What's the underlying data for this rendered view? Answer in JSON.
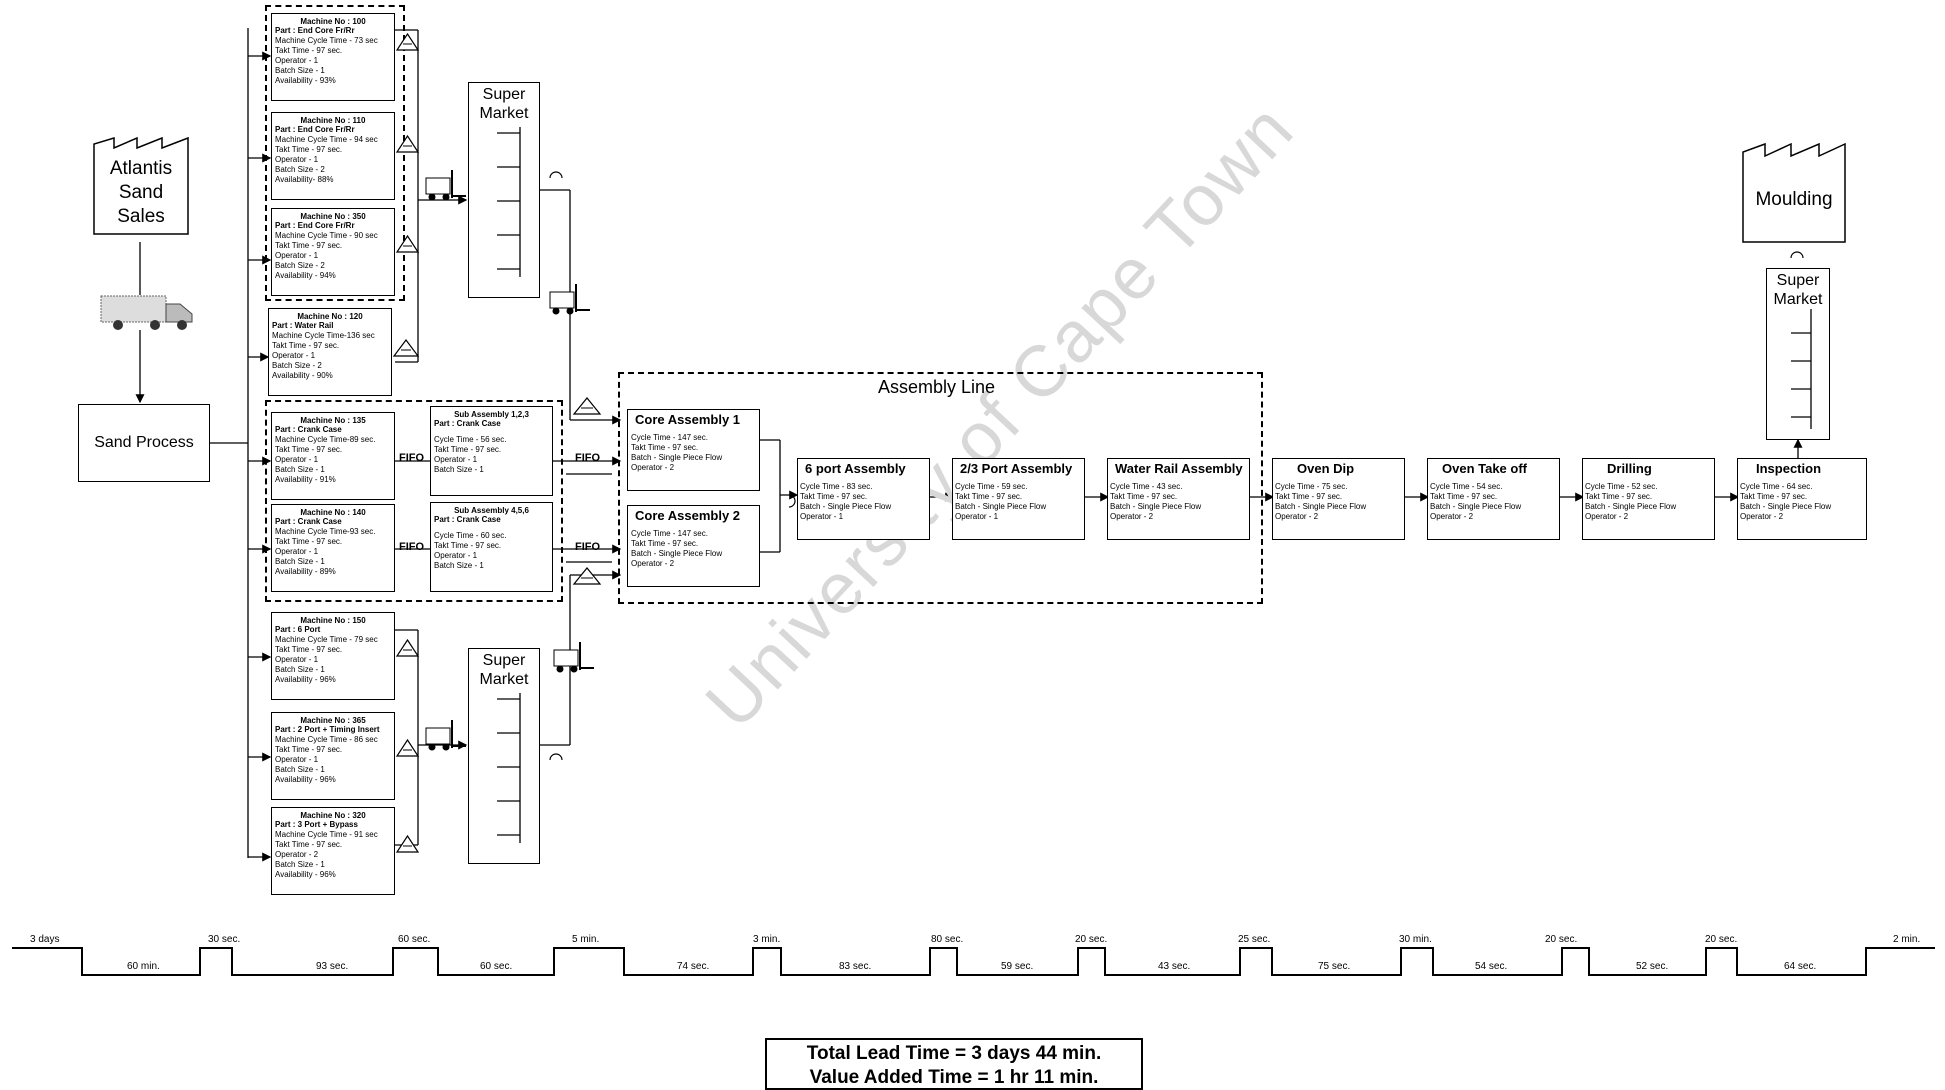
{
  "suppliers": {
    "customer": "Atlantis Sand Sales",
    "sand_process": "Sand Process",
    "moulding": "Moulding"
  },
  "machines": [
    {
      "title": "Machine No : 100",
      "part": "Part : End Core Fr/Rr",
      "lines": [
        "Machine Cycle Time - 73 sec",
        "Takt Time - 97 sec.",
        "Operator - 1",
        "Batch Size - 1",
        "Availability - 93%"
      ]
    },
    {
      "title": "Machine No : 110",
      "part": "Part : End Core Fr/Rr",
      "lines": [
        "Machine Cycle Time - 94 sec",
        "Takt Time - 97 sec.",
        "Operator - 1",
        "Batch Size - 2",
        "Availability- 88%"
      ]
    },
    {
      "title": "Machine No : 350",
      "part": "Part : End Core Fr/Rr",
      "lines": [
        "Machine Cycle Time - 90 sec",
        "Takt Time - 97 sec.",
        "Operator - 1",
        "Batch Size - 2",
        "Availability - 94%"
      ]
    },
    {
      "title": "Machine No : 120",
      "part": "Part : Water Rail",
      "lines": [
        "Machine Cycle Time-136 sec",
        "Takt Time - 97 sec.",
        "Operator - 1",
        "Batch Size - 2",
        "Availability - 90%"
      ]
    },
    {
      "title": "Machine No : 135",
      "part": "Part : Crank Case",
      "lines": [
        "Machine Cycle Time-89 sec.",
        "Takt Time - 97 sec.",
        "Operator - 1",
        "Batch Size - 1",
        "Availability - 91%"
      ]
    },
    {
      "title": "Machine No : 140",
      "part": "Part : Crank Case",
      "lines": [
        "Machine Cycle Time-93 sec.",
        "Takt Time - 97 sec.",
        "Operator - 1",
        "Batch Size - 1",
        "Availability - 89%"
      ]
    },
    {
      "title": "Machine No : 150",
      "part": "Part : 6 Port",
      "lines": [
        "Machine Cycle Time - 79 sec",
        "Takt Time - 97 sec.",
        "Operator - 1",
        "Batch Size - 1",
        "Availability - 96%"
      ]
    },
    {
      "title": "Machine No : 365",
      "part": "Part : 2 Port + Timing Insert",
      "lines": [
        "Machine Cycle Time - 86 sec",
        "Takt Time - 97 sec.",
        "Operator - 1",
        "Batch Size - 1",
        "Availability - 96%"
      ]
    },
    {
      "title": "Machine No : 320",
      "part": "Part : 3 Port + Bypass",
      "lines": [
        "Machine Cycle Time - 91 sec",
        "Takt Time - 97 sec.",
        "Operator - 2",
        "Batch Size - 1",
        "Availability - 96%"
      ]
    }
  ],
  "sub_assemblies": [
    {
      "title": "Sub Assembly 1,2,3",
      "part": "Part : Crank Case",
      "lines": [
        "Cycle Time - 56 sec.",
        "Takt Time - 97 sec.",
        "Operator - 1",
        "Batch Size - 1"
      ]
    },
    {
      "title": "Sub Assembly 4,5,6",
      "part": "Part : Crank Case",
      "lines": [
        "Cycle Time - 60 sec.",
        "Takt Time - 97 sec.",
        "Operator - 1",
        "Batch Size - 1"
      ]
    }
  ],
  "fifo_label": "FIFO",
  "supermarkets": [
    "Super Market",
    "Super Market",
    "Super Market"
  ],
  "assembly_line_title": "Assembly Line",
  "core_assemblies": [
    {
      "title": "Core Assembly 1",
      "lines": [
        "Cycle Time - 147 sec.",
        "Takt Time - 97 sec.",
        "Batch - Single Piece Flow",
        "Operator - 2"
      ]
    },
    {
      "title": "Core Assembly 2",
      "lines": [
        "Cycle Time - 147 sec.",
        "Takt Time - 97 sec.",
        "Batch - Single Piece Flow",
        "Operator - 2"
      ]
    }
  ],
  "processes": [
    {
      "title": "6 port Assembly",
      "lines": [
        "Cycle Time - 83 sec.",
        "Takt Time - 97 sec.",
        "Batch - Single Piece Flow",
        "Operator - 1"
      ]
    },
    {
      "title": "2/3 Port Assembly",
      "lines": [
        "Cycle Time - 59 sec.",
        "Takt Time - 97 sec.",
        "Batch - Single Piece Flow",
        "Operator - 1"
      ]
    },
    {
      "title": "Water Rail Assembly",
      "lines": [
        "Cycle Time - 43 sec.",
        "Takt Time - 97 sec.",
        "Batch - Single Piece Flow",
        "Operator - 2"
      ]
    },
    {
      "title": "Oven Dip",
      "lines": [
        "Cycle Time - 75 sec.",
        "Takt Time - 97 sec.",
        "Batch - Single Piece Flow",
        "Operator - 2"
      ]
    },
    {
      "title": "Oven Take off",
      "lines": [
        "Cycle Time - 54 sec.",
        "Takt Time - 97 sec.",
        "Batch - Single Piece Flow",
        "Operator - 2"
      ]
    },
    {
      "title": "Drilling",
      "lines": [
        "Cycle Time - 52 sec.",
        "Takt Time - 97 sec.",
        "Batch - Single Piece Flow",
        "Operator - 2"
      ]
    },
    {
      "title": "Inspection",
      "lines": [
        "Cycle Time - 64 sec.",
        "Takt Time - 97 sec.",
        "Batch - Single Piece Flow",
        "Operator - 2"
      ]
    }
  ],
  "timeline": {
    "upper": [
      "3 days",
      "30 sec.",
      "60 sec.",
      "5 min.",
      "3 min.",
      "80 sec.",
      "20 sec.",
      "25 sec.",
      "30 min.",
      "20 sec.",
      "20 sec.",
      "2 min."
    ],
    "lower": [
      "60 min.",
      "93 sec.",
      "60 sec.",
      "74 sec.",
      "83 sec.",
      "59 sec.",
      "43 sec.",
      "75 sec.",
      "54 sec.",
      "52 sec.",
      "64 sec."
    ]
  },
  "totals": {
    "lead": "Total Lead Time = 3 days 44 min.",
    "value_added": "Value Added Time = 1 hr 11 min."
  },
  "watermark": "University of Cape Town"
}
